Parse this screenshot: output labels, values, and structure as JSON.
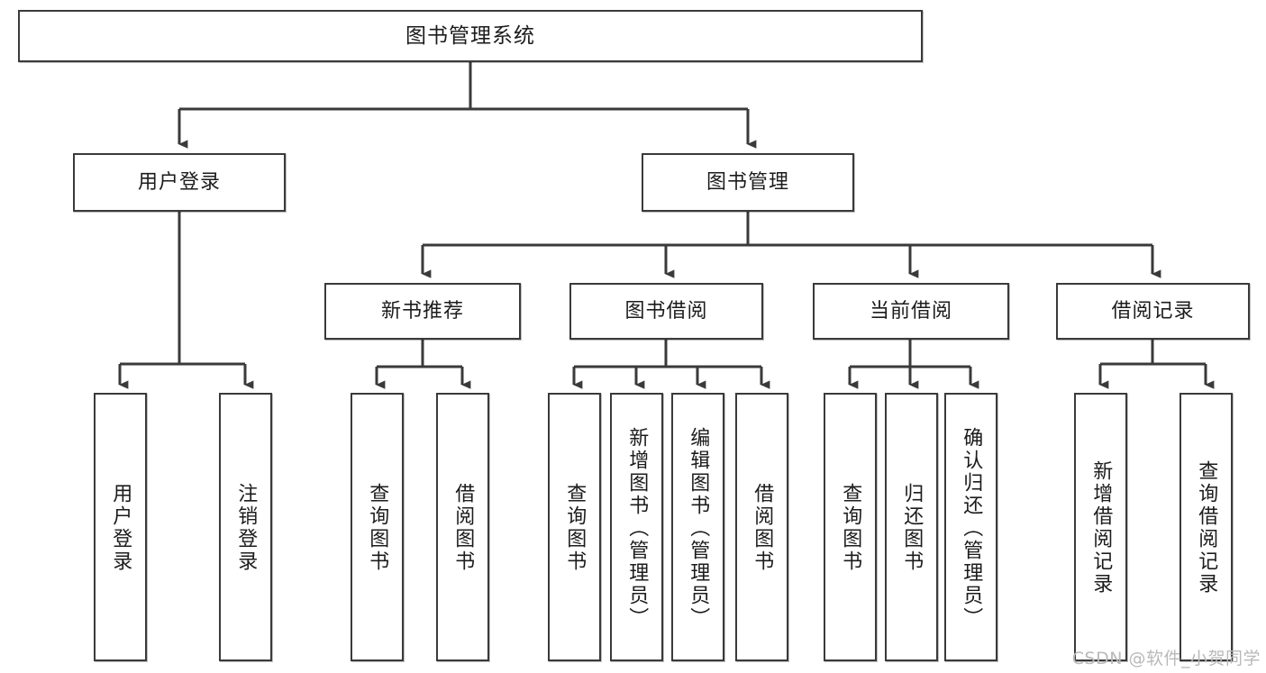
{
  "diagram": {
    "title": "图书管理系统",
    "type": "tree-hierarchy-chart",
    "root": {
      "label": "图书管理系统"
    },
    "level2": [
      {
        "label": "用户登录"
      },
      {
        "label": "图书管理"
      }
    ],
    "level3": [
      {
        "label": "新书推荐"
      },
      {
        "label": "图书借阅"
      },
      {
        "label": "当前借阅"
      },
      {
        "label": "借阅记录"
      }
    ],
    "leaves": {
      "user_login": [
        {
          "label": "用户登录"
        },
        {
          "label": "注销登录"
        }
      ],
      "new_book_recommend": [
        {
          "label": "查询图书"
        },
        {
          "label": "借阅图书"
        }
      ],
      "book_borrow": [
        {
          "label": "查询图书"
        },
        {
          "label": "新增图书（管理员）"
        },
        {
          "label": "编辑图书（管理员）"
        },
        {
          "label": "借阅图书"
        }
      ],
      "current_borrow": [
        {
          "label": "查询图书"
        },
        {
          "label": "归还图书"
        },
        {
          "label": "确认归还（管理员）"
        }
      ],
      "borrow_records": [
        {
          "label": "新增借阅记录"
        },
        {
          "label": "查询借阅记录"
        }
      ]
    }
  },
  "watermark": {
    "text": "CSDN @软件_小贺同学"
  },
  "colors": {
    "box_border": "#3a3a3a",
    "box_fill": "#ffffff",
    "text": "#1c1c1c",
    "edge": "#3a3a3a",
    "watermark": "#b9b9b9"
  }
}
